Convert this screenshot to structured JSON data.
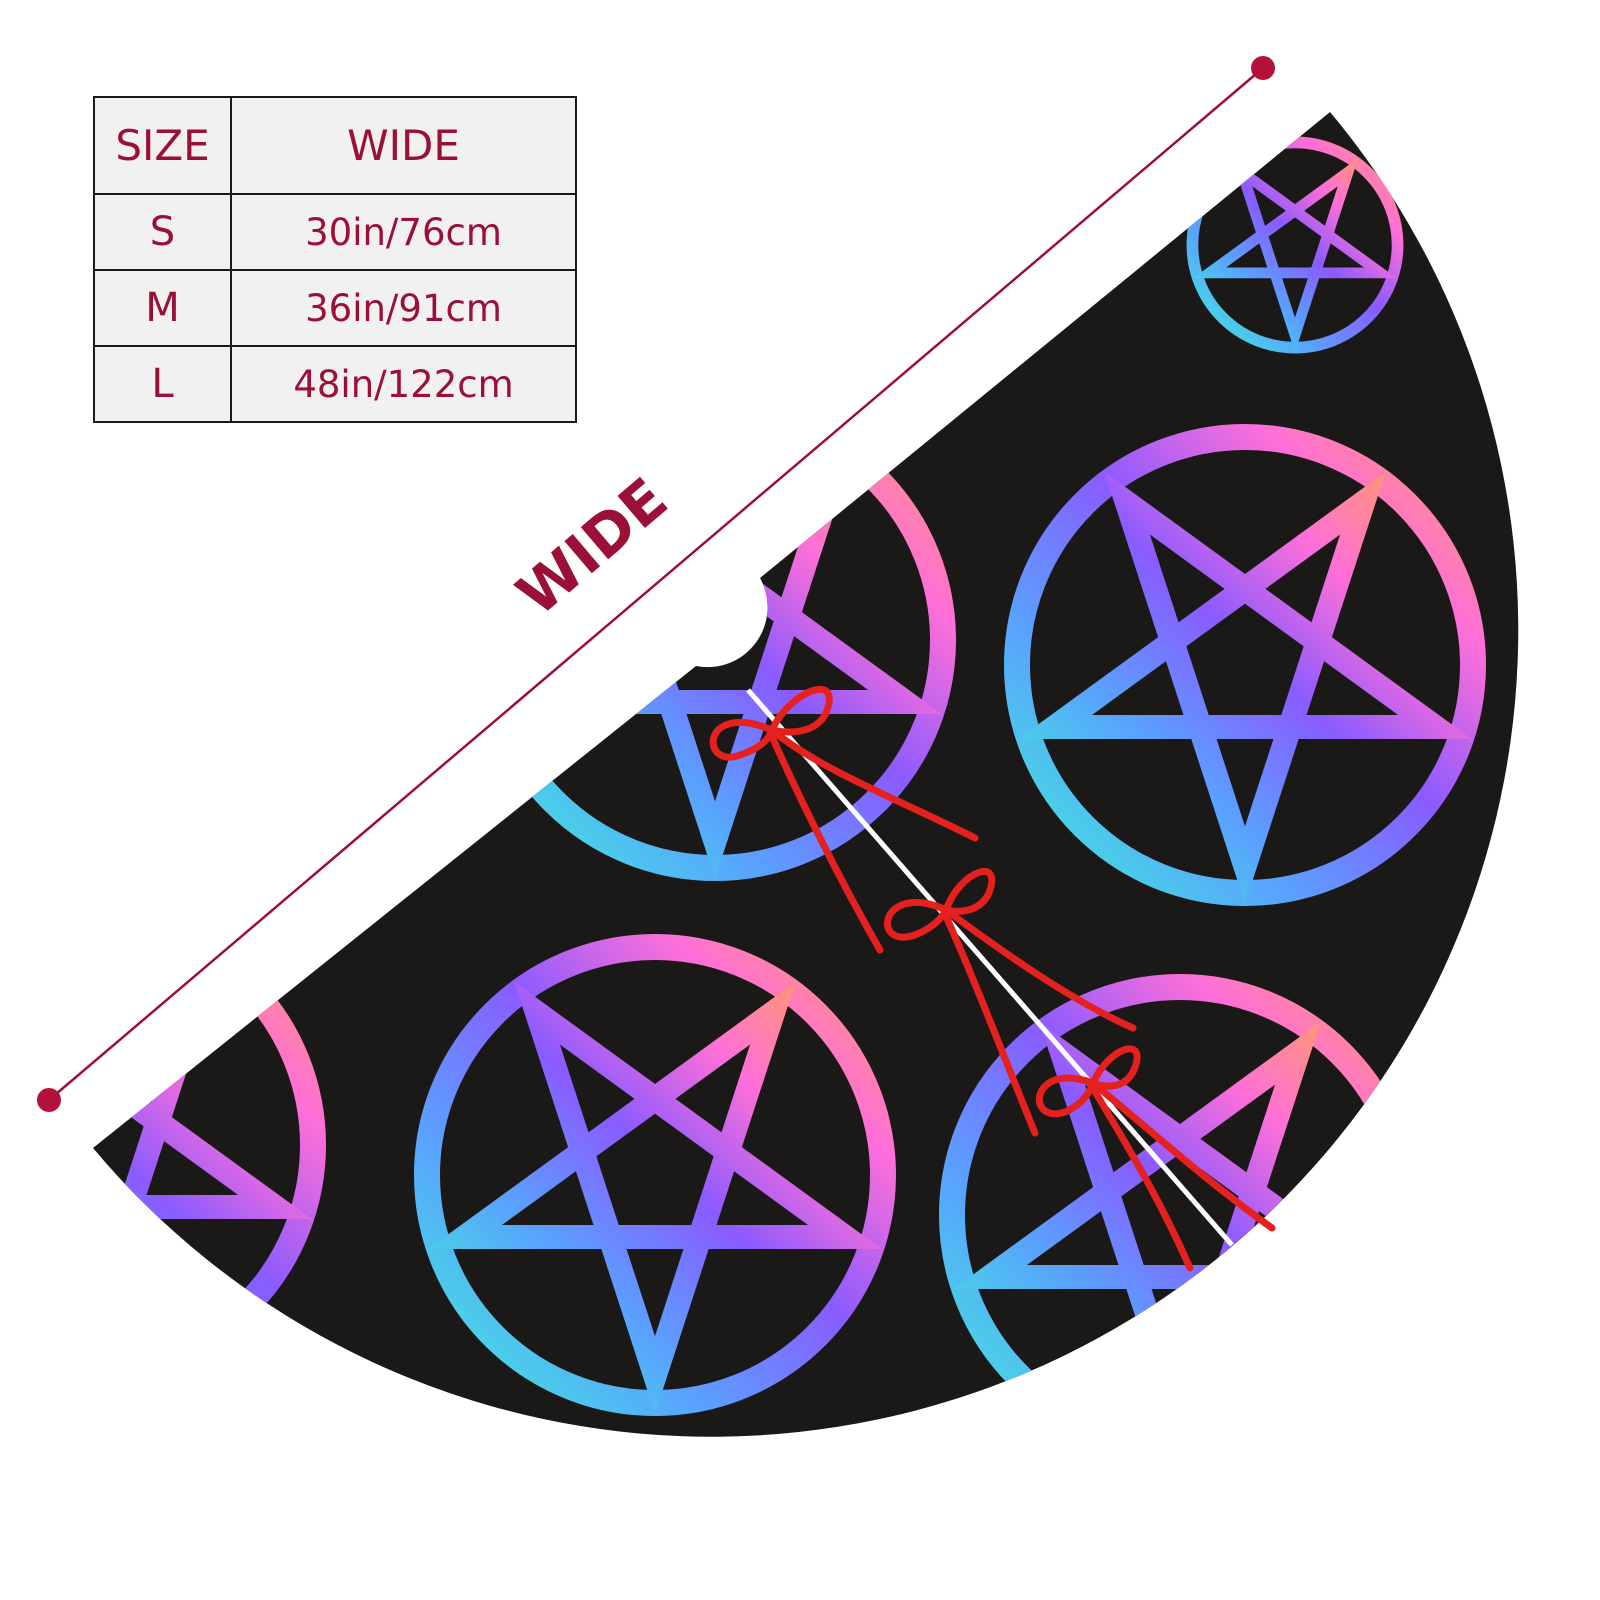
{
  "size_table": {
    "header": {
      "size": "SIZE",
      "wide": "WIDE"
    },
    "rows": [
      {
        "size": "S",
        "wide": "30in/76cm"
      },
      {
        "size": "M",
        "wide": "36in/91cm"
      },
      {
        "size": "L",
        "wide": "48in/122cm"
      }
    ]
  },
  "dimension_label": "WIDE",
  "colors": {
    "accent": "#9b1036",
    "skirt_background": "#1b1818",
    "ribbon": "#e5211f",
    "table_background": "#f1f1f1"
  },
  "icons": [
    "pentagram-icon",
    "ribbon-bow-icon"
  ]
}
